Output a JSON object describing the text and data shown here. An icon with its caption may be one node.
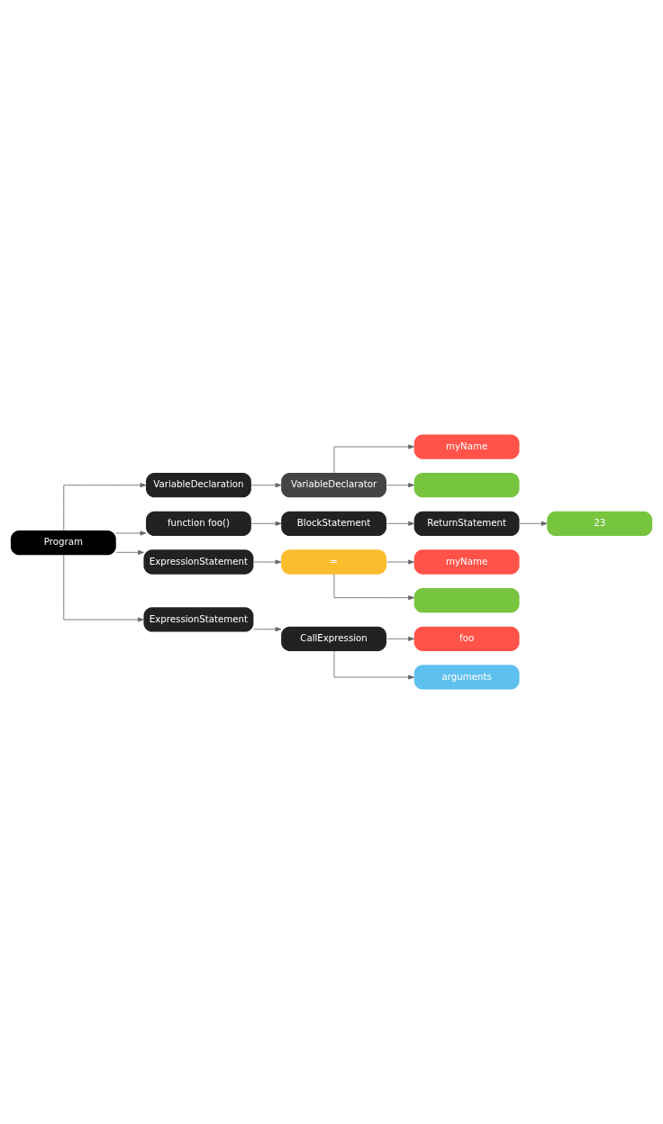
{
  "diagram": {
    "nodes": [
      {
        "text": [
          "Program"
        ]
      },
      {
        "text": [
          "VariableDeclaration"
        ]
      },
      {
        "text": [
          "VariableDeclarator"
        ]
      },
      {
        "text": [
          "myName"
        ]
      },
      {
        "text": [],
        "shape": "box"
      },
      {
        "text": [
          "function foo()"
        ]
      },
      {
        "text": [
          "BlockStatement"
        ]
      },
      {
        "text": [
          "ReturnStatement"
        ]
      },
      {
        "text": [
          "23"
        ]
      },
      {
        "text": [
          "ExpressionStatement"
        ]
      },
      {
        "text": [
          "="
        ]
      },
      {
        "text": [
          "myName"
        ]
      },
      {
        "text": [],
        "shape": "box"
      },
      {
        "text": [
          "ExpressionStatement"
        ]
      },
      {
        "text": [
          "CallExpression"
        ]
      },
      {
        "text": [
          "foo"
        ]
      },
      {
        "text": [
          "arguments"
        ]
      }
    ],
    "edges": [
      {
        "from": 0,
        "to": 1,
        "arrow": "to"
      },
      {
        "from": 1,
        "to": 2,
        "arrow": "to"
      },
      {
        "from": 2,
        "to": 3,
        "arrow": "to"
      },
      {
        "from": 2,
        "to": 4,
        "arrow": "to"
      },
      {
        "from": 0,
        "to": 5,
        "arrow": "to"
      },
      {
        "from": 5,
        "to": 6,
        "arrow": "to"
      },
      {
        "from": 6,
        "to": 7,
        "arrow": "to"
      },
      {
        "from": 7,
        "to": 8,
        "arrow": "to"
      },
      {
        "from": 0,
        "to": 9,
        "arrow": "to"
      },
      {
        "from": 9,
        "to": 10,
        "arrow": "to"
      },
      {
        "from": 10,
        "to": 11,
        "arrow": "to"
      },
      {
        "from": 10,
        "to": 12,
        "arrow": "to"
      },
      {
        "from": 0,
        "to": 13,
        "arrow": "to"
      },
      {
        "from": 13,
        "to": 14,
        "arrow": "to"
      },
      {
        "from": 14,
        "to": 15,
        "arrow": "to"
      },
      {
        "from": 14,
        "to": 16,
        "arrow": "to"
      }
    ]
  }
}
